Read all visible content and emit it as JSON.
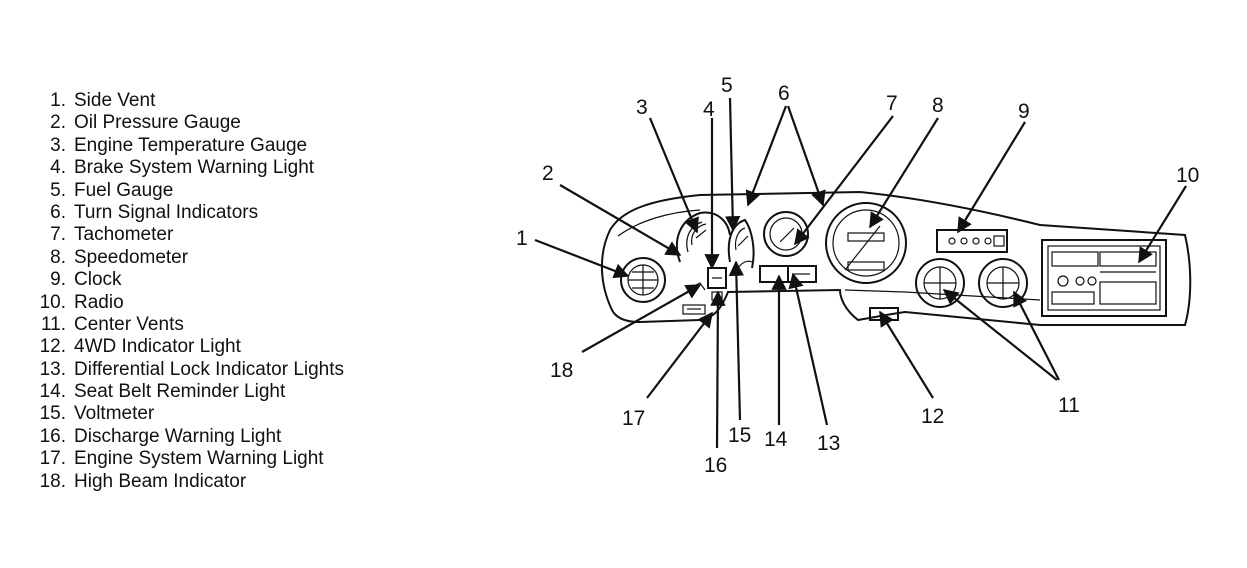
{
  "legend": [
    {
      "num": "1.",
      "label": "Side Vent"
    },
    {
      "num": "2.",
      "label": "Oil Pressure Gauge"
    },
    {
      "num": "3.",
      "label": "Engine Temperature Gauge"
    },
    {
      "num": "4.",
      "label": "Brake System Warning Light"
    },
    {
      "num": "5.",
      "label": "Fuel Gauge"
    },
    {
      "num": "6.",
      "label": "Turn Signal Indicators"
    },
    {
      "num": "7.",
      "label": "Tachometer"
    },
    {
      "num": "8.",
      "label": "Speedometer"
    },
    {
      "num": "9.",
      "label": "Clock"
    },
    {
      "num": "10.",
      "label": "Radio"
    },
    {
      "num": "11.",
      "label": "Center Vents"
    },
    {
      "num": "12.",
      "label": "4WD Indicator Light"
    },
    {
      "num": "13.",
      "label": "Differential Lock Indicator Lights"
    },
    {
      "num": "14.",
      "label": "Seat Belt Reminder Light"
    },
    {
      "num": "15.",
      "label": "Voltmeter"
    },
    {
      "num": "16.",
      "label": "Discharge Warning Light"
    },
    {
      "num": "17.",
      "label": "Engine System Warning Light"
    },
    {
      "num": "18.",
      "label": "High Beam Indicator"
    }
  ],
  "callouts": [
    "1",
    "2",
    "3",
    "4",
    "5",
    "6",
    "7",
    "8",
    "9",
    "10",
    "11",
    "12",
    "13",
    "14",
    "15",
    "16",
    "17",
    "18"
  ]
}
